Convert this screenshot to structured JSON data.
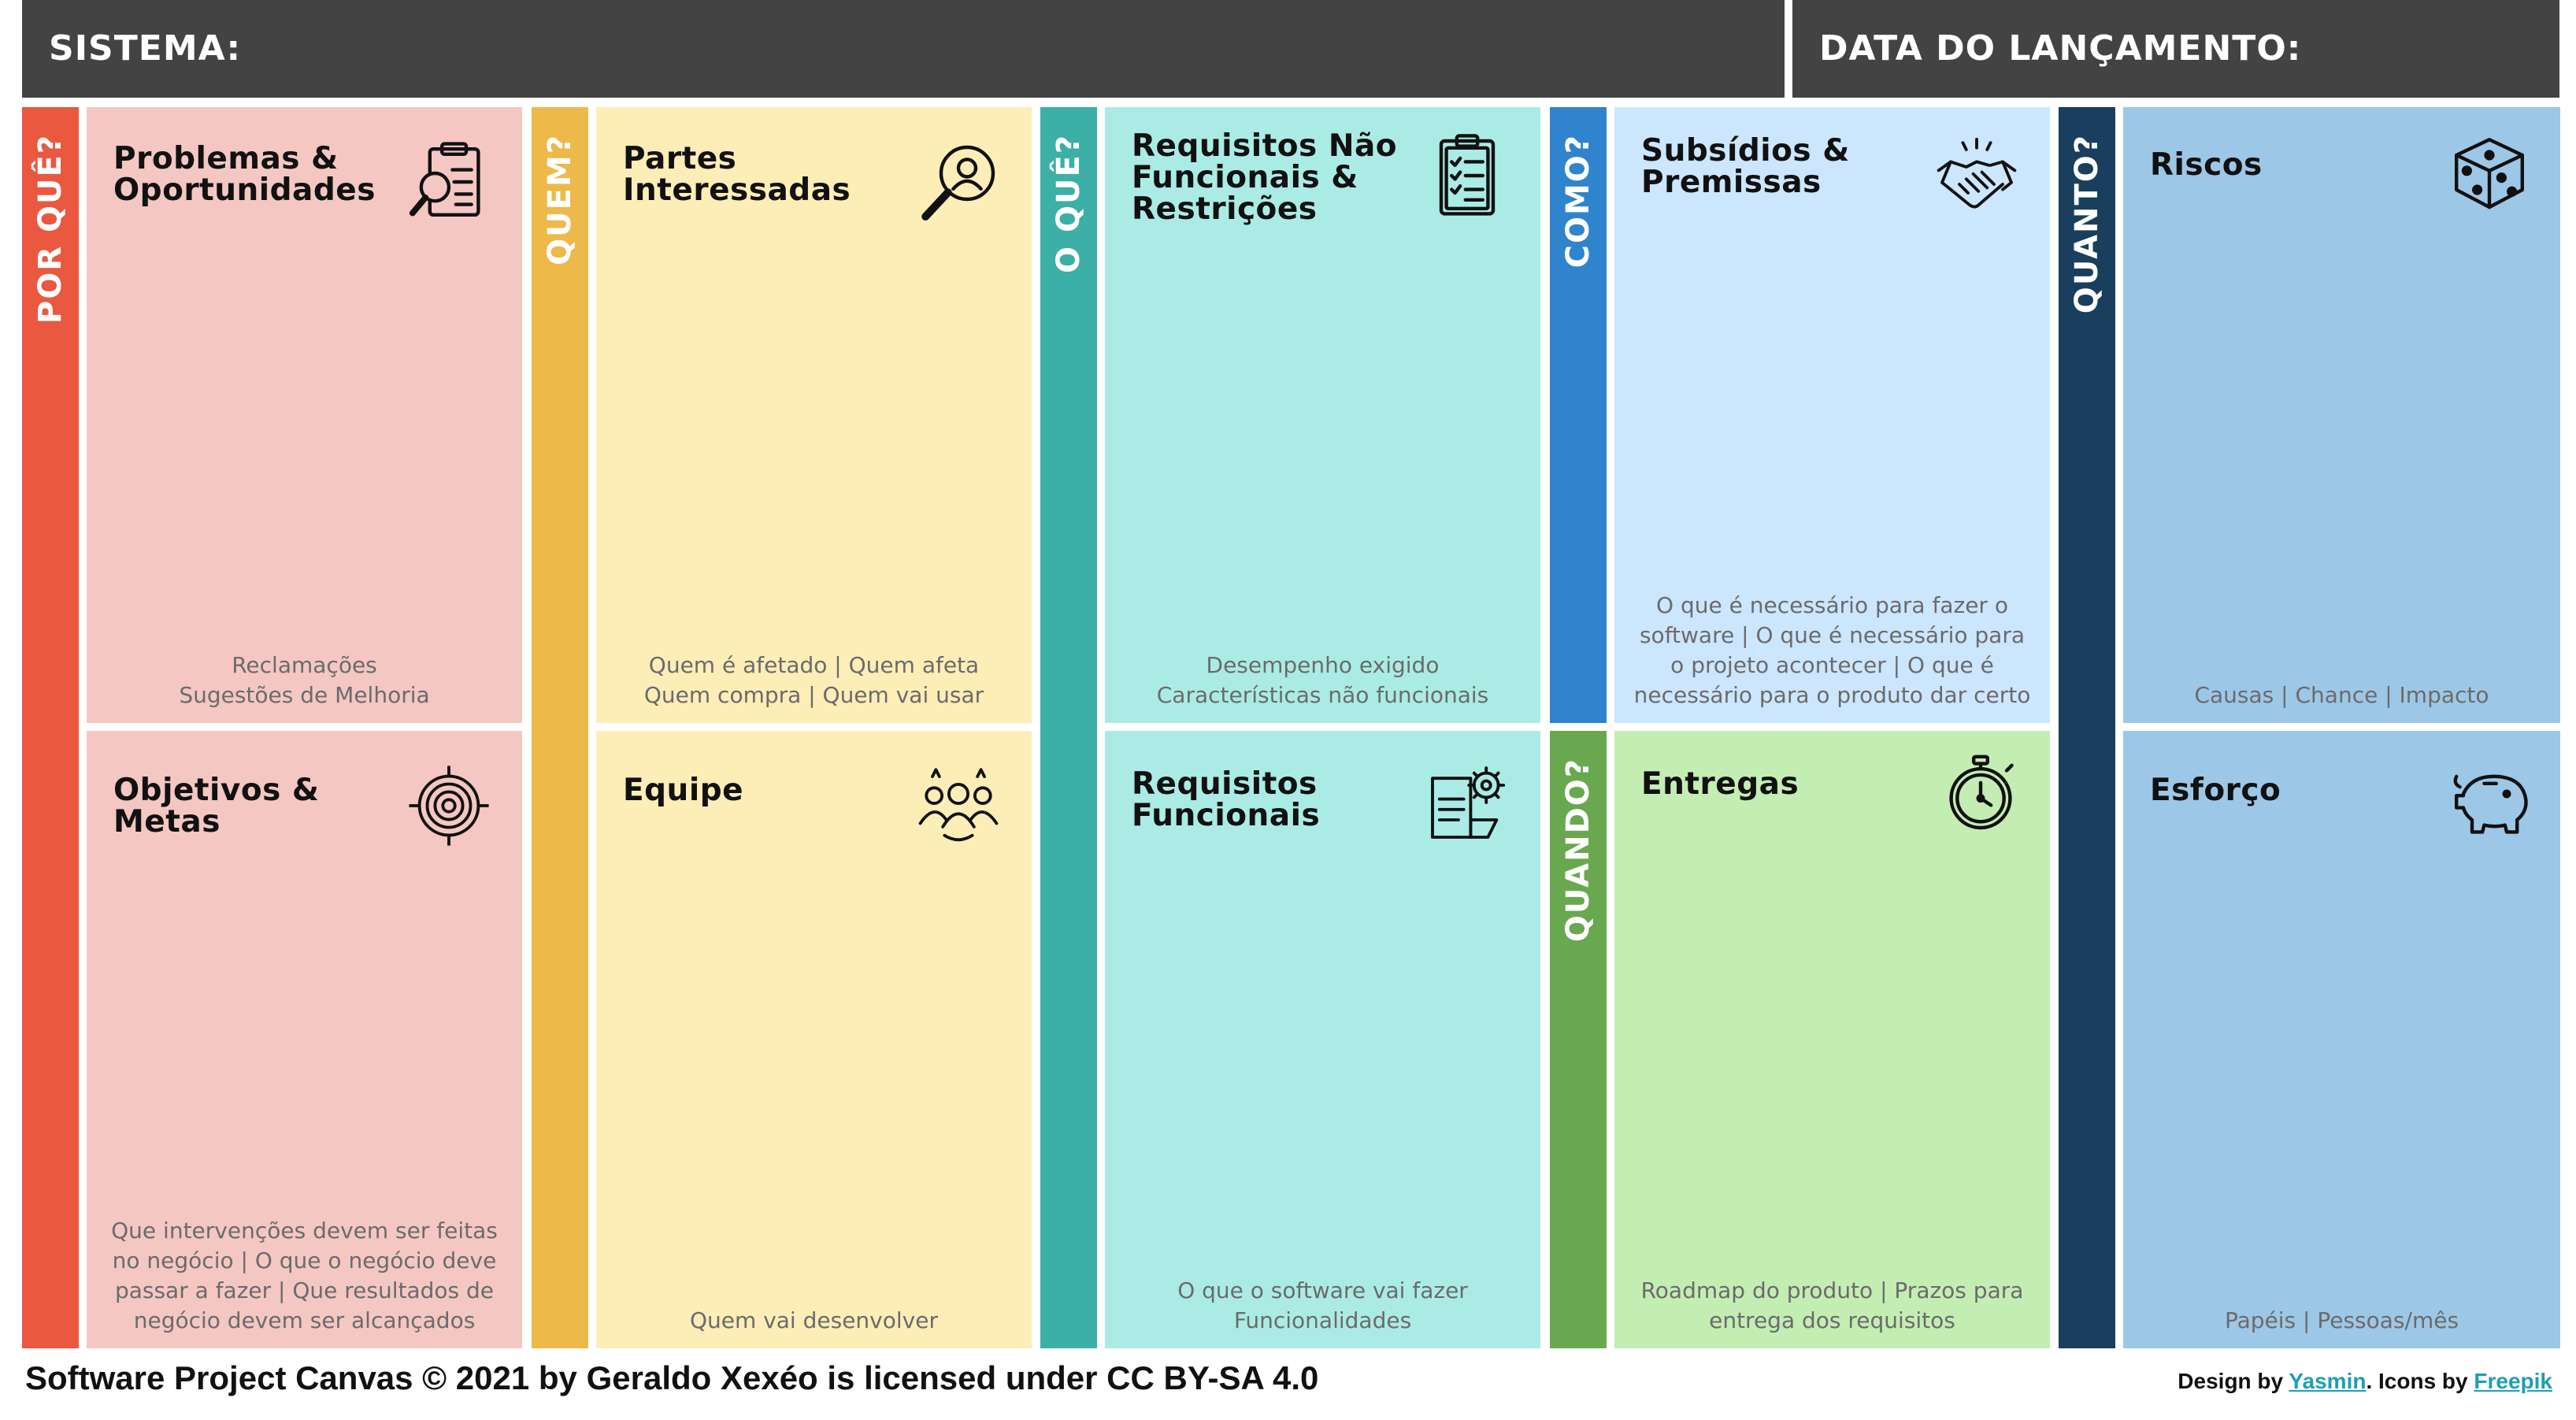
{
  "header": {
    "sistema_label": "SISTEMA:",
    "data_label": "DATA DO LANÇAMENTO:"
  },
  "strips": {
    "por_que": "POR QUÊ?",
    "quem": "QUEM?",
    "o_que": "O QUÊ?",
    "como": "COMO?",
    "quando": "QUANDO?",
    "quanto": "QUANTO?"
  },
  "cards": {
    "problemas": {
      "title": "Problemas &\nOportunidades",
      "icon": "clipboard-magnifier-icon",
      "desc": [
        "Reclamações",
        "Sugestões de Melhoria"
      ]
    },
    "objetivos": {
      "title": "Objetivos &\nMetas",
      "icon": "target-icon",
      "desc": [
        "Que intervenções devem ser feitas no negócio | O que o negócio deve passar a fazer | Que resultados de negócio devem ser alcançados"
      ]
    },
    "partes": {
      "title": "Partes\nInteressadas",
      "icon": "person-magnifier-icon",
      "desc": [
        "Quem é afetado | Quem afeta",
        "Quem compra | Quem vai usar"
      ]
    },
    "equipe": {
      "title": "Equipe",
      "icon": "team-icon",
      "desc": [
        "Quem vai desenvolver"
      ]
    },
    "req_nao_func": {
      "title": "Requisitos Não\nFuncionais &\nRestrições",
      "icon": "checklist-icon",
      "desc": [
        "Desempenho exigido",
        "Características não funcionais"
      ]
    },
    "req_func": {
      "title": "Requisitos\nFuncionais",
      "icon": "document-gears-icon",
      "desc": [
        "O que o software vai fazer",
        "Funcionalidades"
      ]
    },
    "subsidios": {
      "title": "Subsídios &\nPremissas",
      "icon": "handshake-icon",
      "desc": [
        "O que é necessário para fazer o software | O que é necessário para o projeto acontecer | O que é necessário para o produto dar certo"
      ]
    },
    "entregas": {
      "title": "Entregas",
      "icon": "stopwatch-icon",
      "desc": [
        "Roadmap do produto | Prazos para entrega dos requisitos"
      ]
    },
    "riscos": {
      "title": "Riscos",
      "icon": "dice-icon",
      "desc": [
        "Causas | Chance | Impacto"
      ]
    },
    "esforco": {
      "title": "Esforço",
      "icon": "piggy-bank-icon",
      "desc": [
        "Papéis | Pessoas/mês"
      ]
    }
  },
  "footer": {
    "license": "Software Project Canvas © 2021 by Geraldo Xexéo is licensed under CC BY-SA 4.0",
    "design_by": "Design by ",
    "designer": "Yasmin",
    "icons_by": ". Icons by ",
    "icon_source": "Freepik"
  },
  "colors": {
    "header": "#434343",
    "por_que": "#ea5840",
    "problemas": "#f4c7c3",
    "quem": "#edb94a",
    "partes": "#fdedb7",
    "o_que": "#3cafa6",
    "requisitos": "#aaece5",
    "como": "#2f84cd",
    "subsidios": "#cce6fd",
    "quando": "#69a84f",
    "entregas": "#c4edb3",
    "quanto": "#1a3e5d",
    "riscos": "#9dc7e6",
    "link": "#1e9fb3"
  }
}
